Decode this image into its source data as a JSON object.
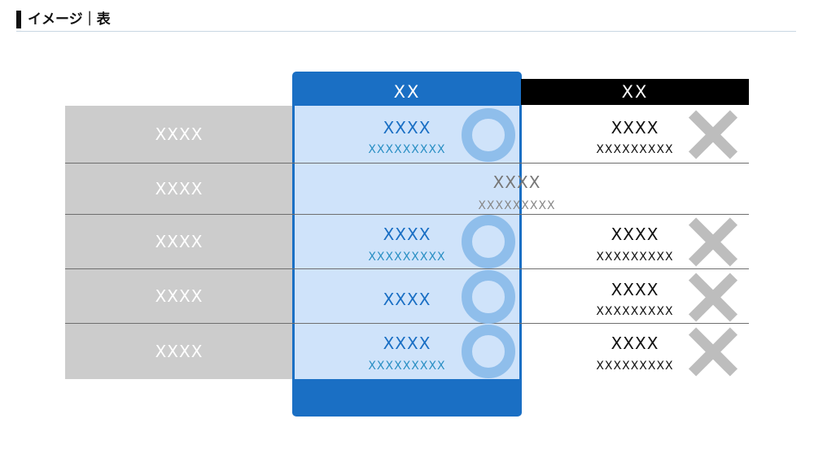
{
  "header": {
    "title": "イメージ｜表"
  },
  "columns": [
    {
      "label": "XX"
    },
    {
      "label": "XX"
    }
  ],
  "rows": [
    {
      "label": "XXXX",
      "col1": {
        "main": "XXXX",
        "sub": "XXXXXXXXX",
        "mark": "circle"
      },
      "col2": {
        "main": "XXXX",
        "sub": "XXXXXXXXX",
        "mark": "cross"
      }
    },
    {
      "label": "XXXX",
      "span": {
        "main": "XXXX",
        "sub": "XXXXXXXXX"
      }
    },
    {
      "label": "XXXX",
      "col1": {
        "main": "XXXX",
        "sub": "XXXXXXXXX",
        "mark": "circle"
      },
      "col2": {
        "main": "XXXX",
        "sub": "XXXXXXXXX",
        "mark": "cross"
      }
    },
    {
      "label": "XXXX",
      "col1": {
        "main": "XXXX",
        "mark": "circle"
      },
      "col2": {
        "main": "XXXX",
        "sub": "XXXXXXXXX",
        "mark": "cross"
      }
    },
    {
      "label": "XXXX",
      "col1": {
        "main": "XXXX",
        "sub": "XXXXXXXXX",
        "mark": "circle"
      },
      "col2": {
        "main": "XXXX",
        "sub": "XXXXXXXXX",
        "mark": "cross"
      }
    }
  ],
  "colors": {
    "accent": "#1a6fc4",
    "highlight_bg": "#cfe3fa",
    "label_bg": "#cccccc",
    "circle": "#8fbeeb",
    "cross": "#bdbdbd"
  }
}
